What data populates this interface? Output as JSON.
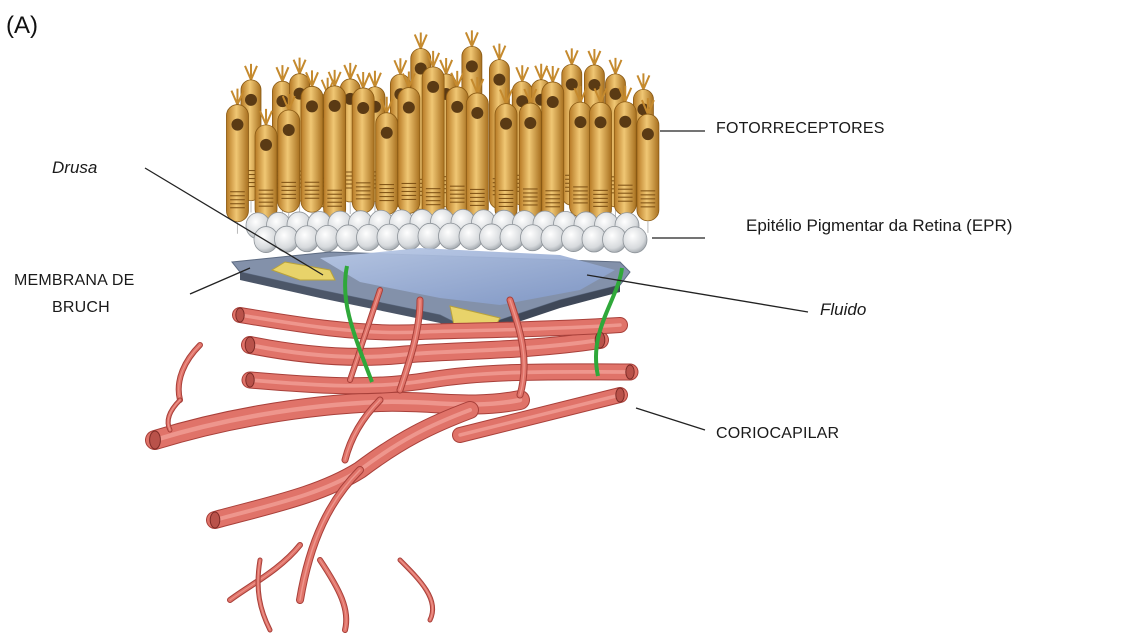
{
  "panel_label": "(A)",
  "labels": {
    "fotorreceptores": "FOTORRECEPTORES",
    "drusa": "Drusa",
    "epr": "Epitélio Pigmentar da Retina (EPR)",
    "membrana_line1": "MEMBRANA DE",
    "membrana_line2": "BRUCH",
    "fluido": "Fluido",
    "coriocapilar": "CORIOCAPILAR"
  },
  "colors": {
    "photoreceptor": "#d9a24a",
    "photoreceptor_dark": "#9a6a1e",
    "rpe_cells": "#e6e8ea",
    "bruch_membrane": "#7f8fa8",
    "fluid": "#9fb4d8",
    "drusen": "#e8d36a",
    "vessels": "#d9645c",
    "vessels_dark": "#a8403a",
    "green_markers": "#2fa83a"
  }
}
